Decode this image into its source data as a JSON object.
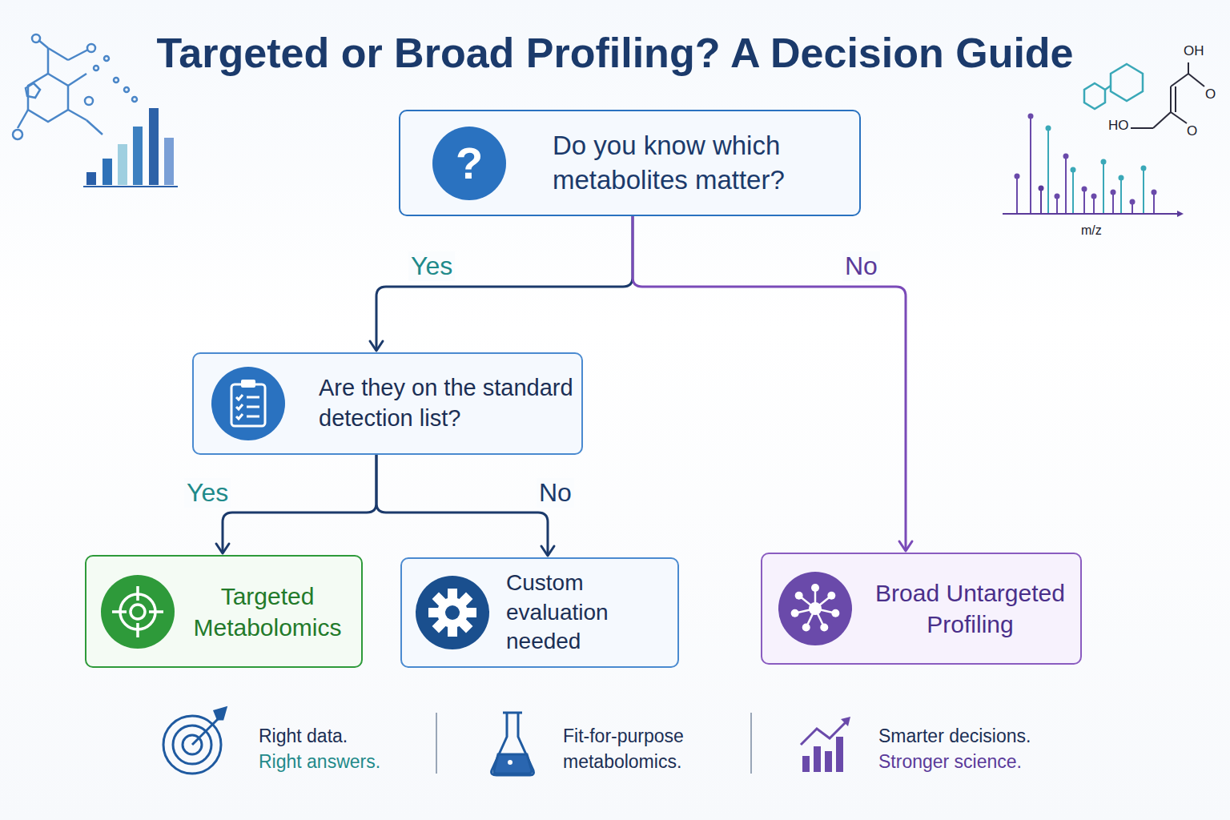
{
  "diagram": {
    "title": "Targeted or Broad Profiling? A Decision Guide",
    "nodes": [
      {
        "text": [
          "Do you know which metabolites matter?"
        ]
      },
      {
        "text": [
          "Are they on the standard detection list?"
        ]
      },
      {
        "text": [
          "Targeted Metabolomics"
        ]
      },
      {
        "text": [
          "Custom evaluation needed"
        ]
      },
      {
        "text": [
          "Broad Untargeted Profiling"
        ]
      }
    ],
    "edges": [
      {
        "from": 0,
        "to": 1,
        "label": "Yes",
        "arrow": "to"
      },
      {
        "from": 0,
        "to": 4,
        "label": "No",
        "arrow": "to"
      },
      {
        "from": 1,
        "to": 2,
        "label": "Yes",
        "arrow": "to"
      },
      {
        "from": 1,
        "to": 3,
        "label": "No",
        "arrow": "to"
      }
    ],
    "labels": [
      "?",
      "OH",
      "O",
      "HO",
      "O",
      "m/z",
      "Right data.",
      "Right answers.",
      "Fit-for-purpose metabolomics.",
      "Smarter decisions.",
      "Stronger science."
    ]
  }
}
